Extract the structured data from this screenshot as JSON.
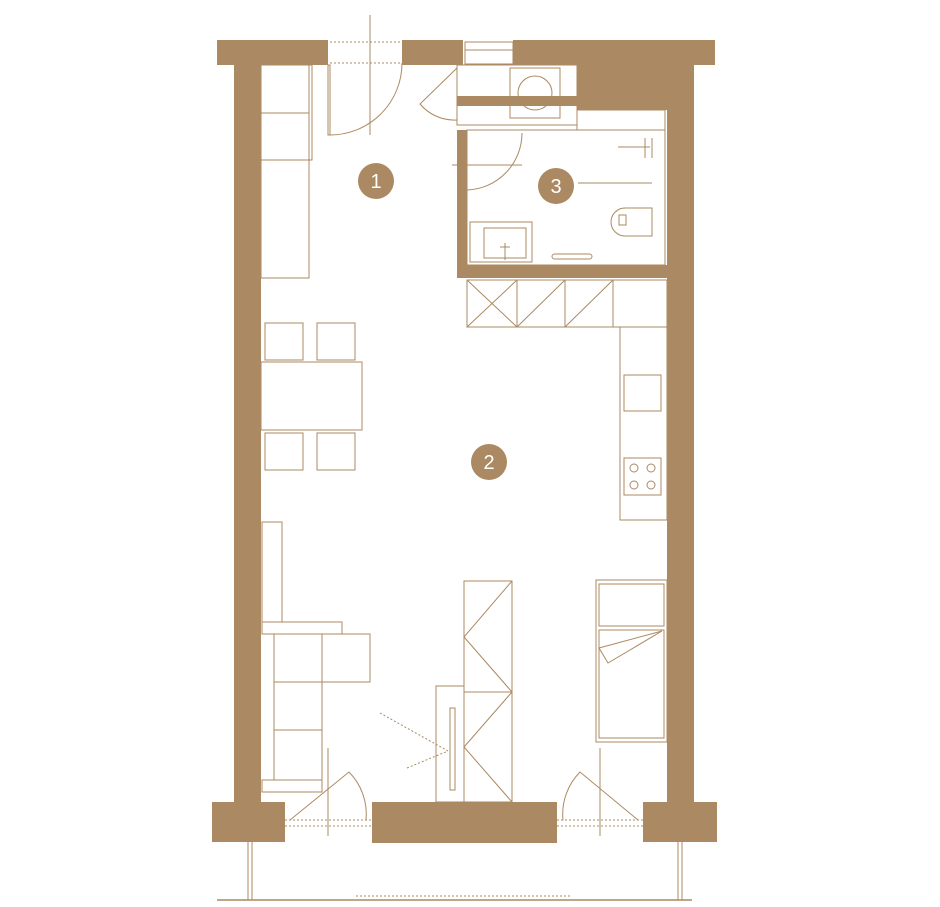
{
  "plan": {
    "wall_color": "#AB8962",
    "rooms": [
      {
        "number": "1"
      },
      {
        "number": "2"
      },
      {
        "number": "3"
      }
    ]
  }
}
